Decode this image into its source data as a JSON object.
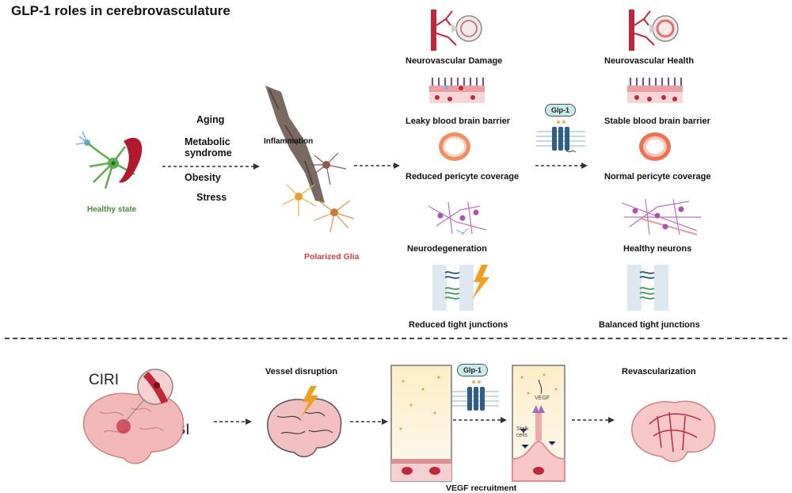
{
  "title": "GLP-1 roles in cerebrovasculature",
  "top": {
    "healthy_state": "Healthy state",
    "factors": [
      "Aging",
      "Metabolic syndrome",
      "Obesity",
      "Stress"
    ],
    "inflammation": "Inflammation",
    "polarized_glia": "Polarized Glia",
    "glp1_label": "Glp-1",
    "damage_outcomes": [
      "Neurovascular Damage",
      "Leaky blood brain barrier",
      "Reduced pericyte coverage",
      "Neurodegeneration",
      "Reduced tight junctions"
    ],
    "healthy_outcomes": [
      "Neurovascular Health",
      "Stable blood brain barrier",
      "Normal pericyte coverage",
      "Healthy neurons",
      "Balanced tight junctions"
    ]
  },
  "bottom": {
    "ciri": "CIRI",
    "tbi": "TBI",
    "vessel_disruption": "Vessel disruption",
    "glp1_label": "Glp-1",
    "vegf": "VEGF",
    "stalk_cells": "Stalk cells",
    "vegf_recruitment": "VEGF recruitment",
    "revascularization": "Revascularization"
  },
  "colors": {
    "vessel_red": "#c0283a",
    "neuron_green": "#5cae4e",
    "glia_orange": "#e0a040",
    "receptor_blue": "#2f5e86",
    "pericyte_pink": "#c070c0"
  }
}
